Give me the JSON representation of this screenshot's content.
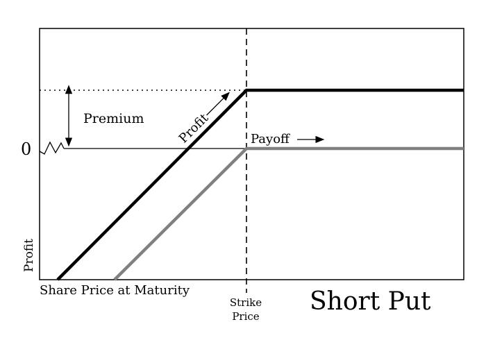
{
  "diagram": {
    "title": "Short Put",
    "axes": {
      "y_label": "Profit",
      "x_label": "Share Price at Maturity",
      "zero_label": "0"
    },
    "annotations": {
      "premium": "Premium",
      "strike_label_line1": "Strike",
      "strike_label_line2": "Price",
      "profit_curve_label": "Profit",
      "payoff_curve_label": "Payoff"
    },
    "series": [
      {
        "name": "Profit",
        "color": "#000000"
      },
      {
        "name": "Payoff",
        "color": "#808080"
      }
    ],
    "colors": {
      "frame": "#000000",
      "profit": "#000000",
      "payoff": "#808080",
      "guides": "#000000"
    }
  }
}
